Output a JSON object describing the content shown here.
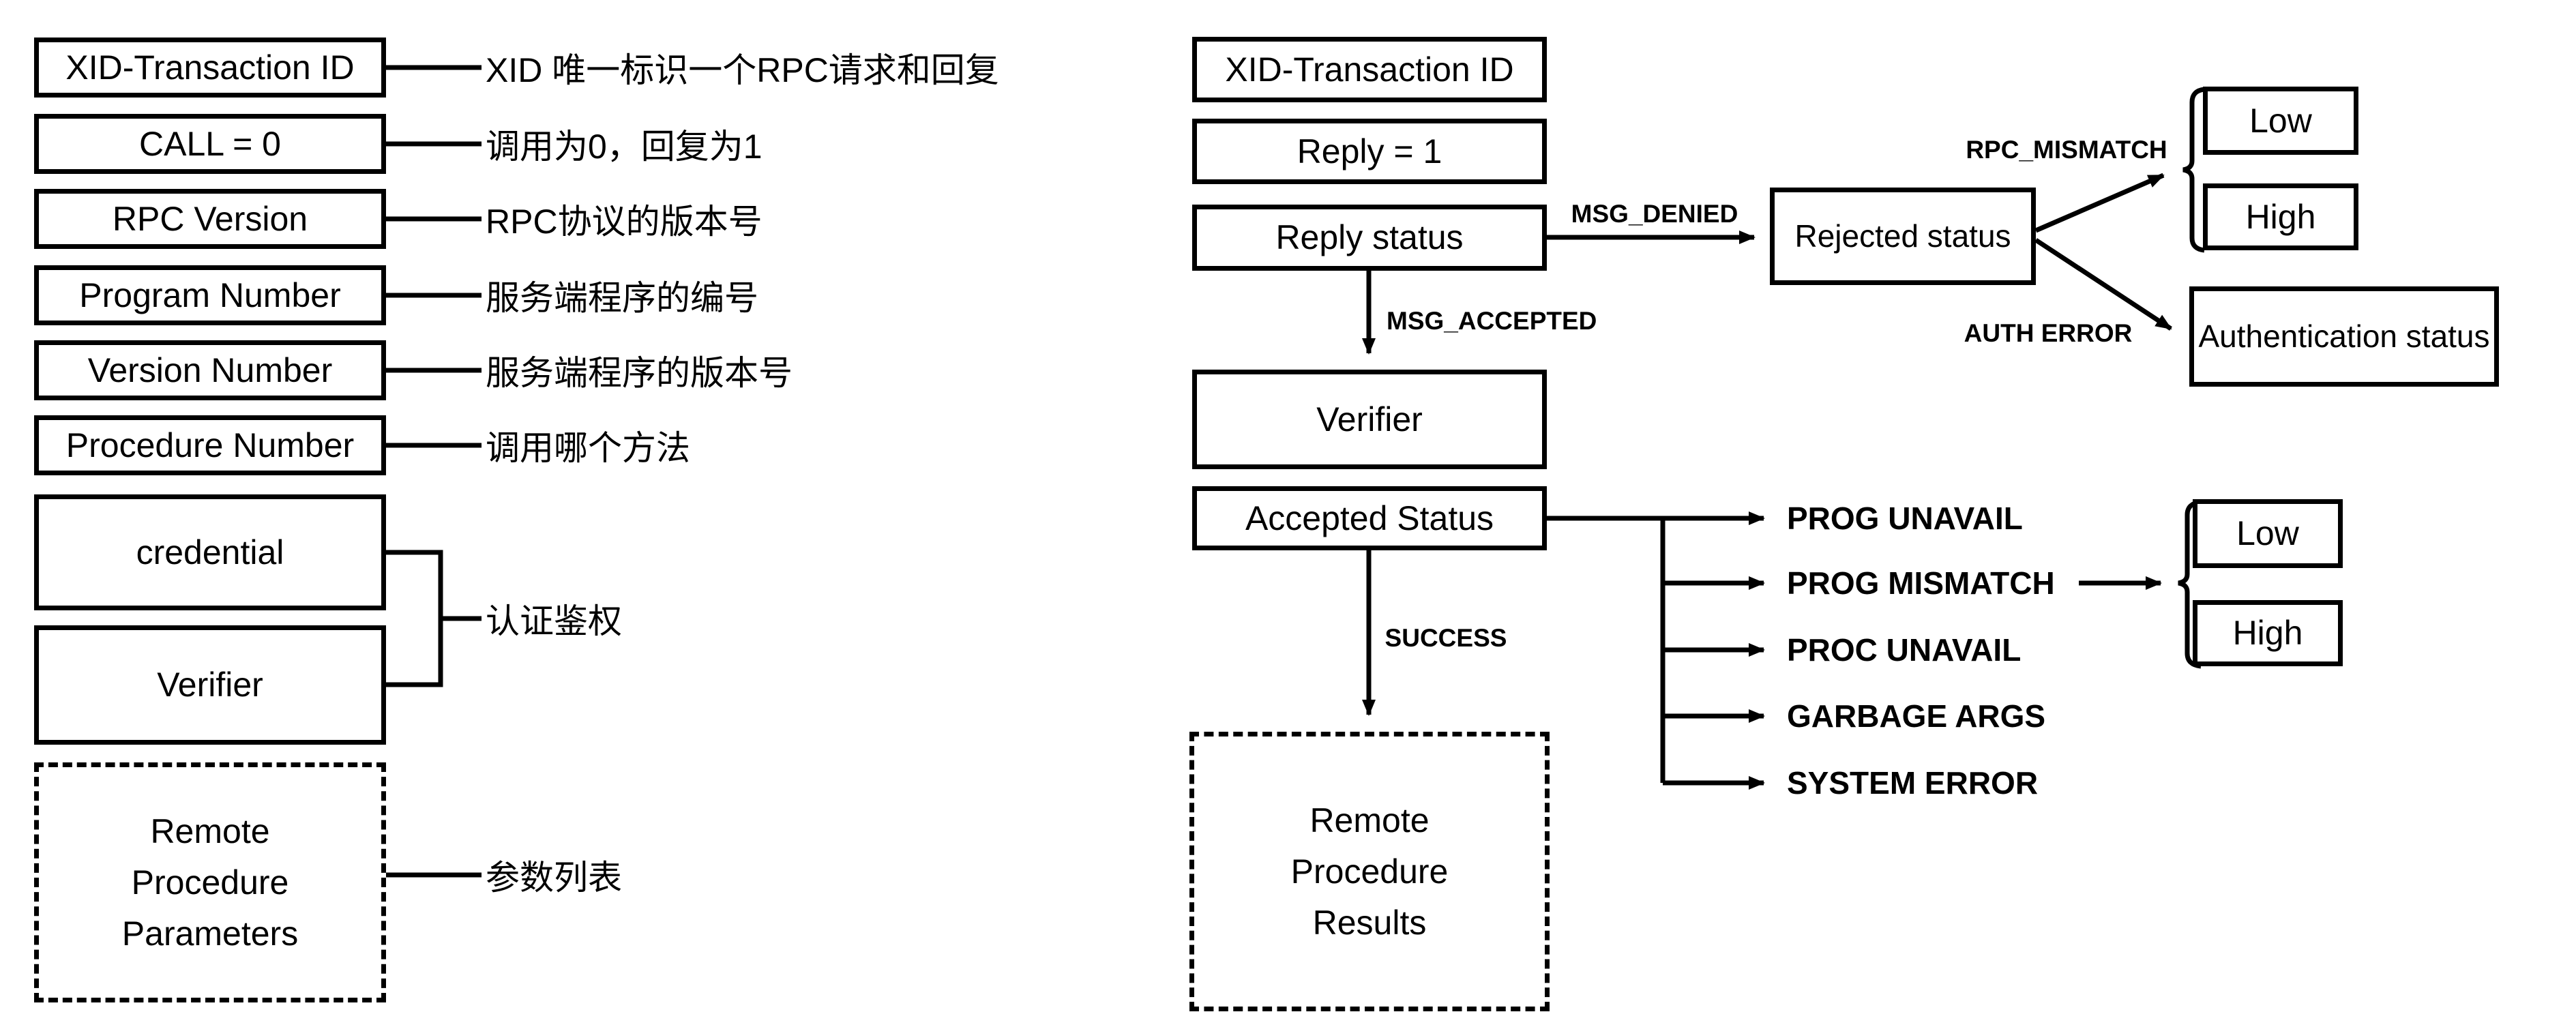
{
  "title": "RPC call and reply message format diagram",
  "colors": {
    "ink": "#000000",
    "background": "#ffffff"
  },
  "left_column": {
    "rows": [
      {
        "label": "XID-Transaction ID",
        "annotation": "XID 唯一标识一个RPC请求和回复"
      },
      {
        "label": "CALL = 0",
        "annotation": "调用为0，回复为1"
      },
      {
        "label": "RPC Version",
        "annotation": "RPC协议的版本号"
      },
      {
        "label": "Program Number",
        "annotation": "服务端程序的编号"
      },
      {
        "label": "Version Number",
        "annotation": "服务端程序的版本号"
      },
      {
        "label": "Procedure Number",
        "annotation": "调用哪个方法"
      }
    ],
    "credential_label": "credential",
    "verifier_label": "Verifier",
    "auth_annotation": "认证鉴权",
    "params_box_label": "Remote Procedure Parameters",
    "params_annotation": "参数列表"
  },
  "right_column": {
    "xid_label": "XID-Transaction ID",
    "reply_label": "Reply = 1",
    "reply_status_label": "Reply status",
    "msg_denied_label": "MSG_DENIED",
    "msg_accepted_label": "MSG_ACCEPTED",
    "rejected_status_label": "Rejected status",
    "rpc_mismatch_label": "RPC_MISMATCH",
    "auth_error_label": "AUTH ERROR",
    "authentication_status_label": "Authentication status",
    "rejected_levels": [
      {
        "label": "Low"
      },
      {
        "label": "High"
      }
    ],
    "verifier_label": "Verifier",
    "accepted_status_label": "Accepted Status",
    "success_label": "SUCCESS",
    "accepted_statuses": [
      "PROG UNAVAIL",
      "PROG MISMATCH",
      "PROC UNAVAIL",
      "GARBAGE ARGS",
      "SYSTEM ERROR"
    ],
    "mismatch_levels": [
      {
        "label": "Low"
      },
      {
        "label": "High"
      }
    ],
    "results_box_label": "Remote Procedure Results"
  }
}
